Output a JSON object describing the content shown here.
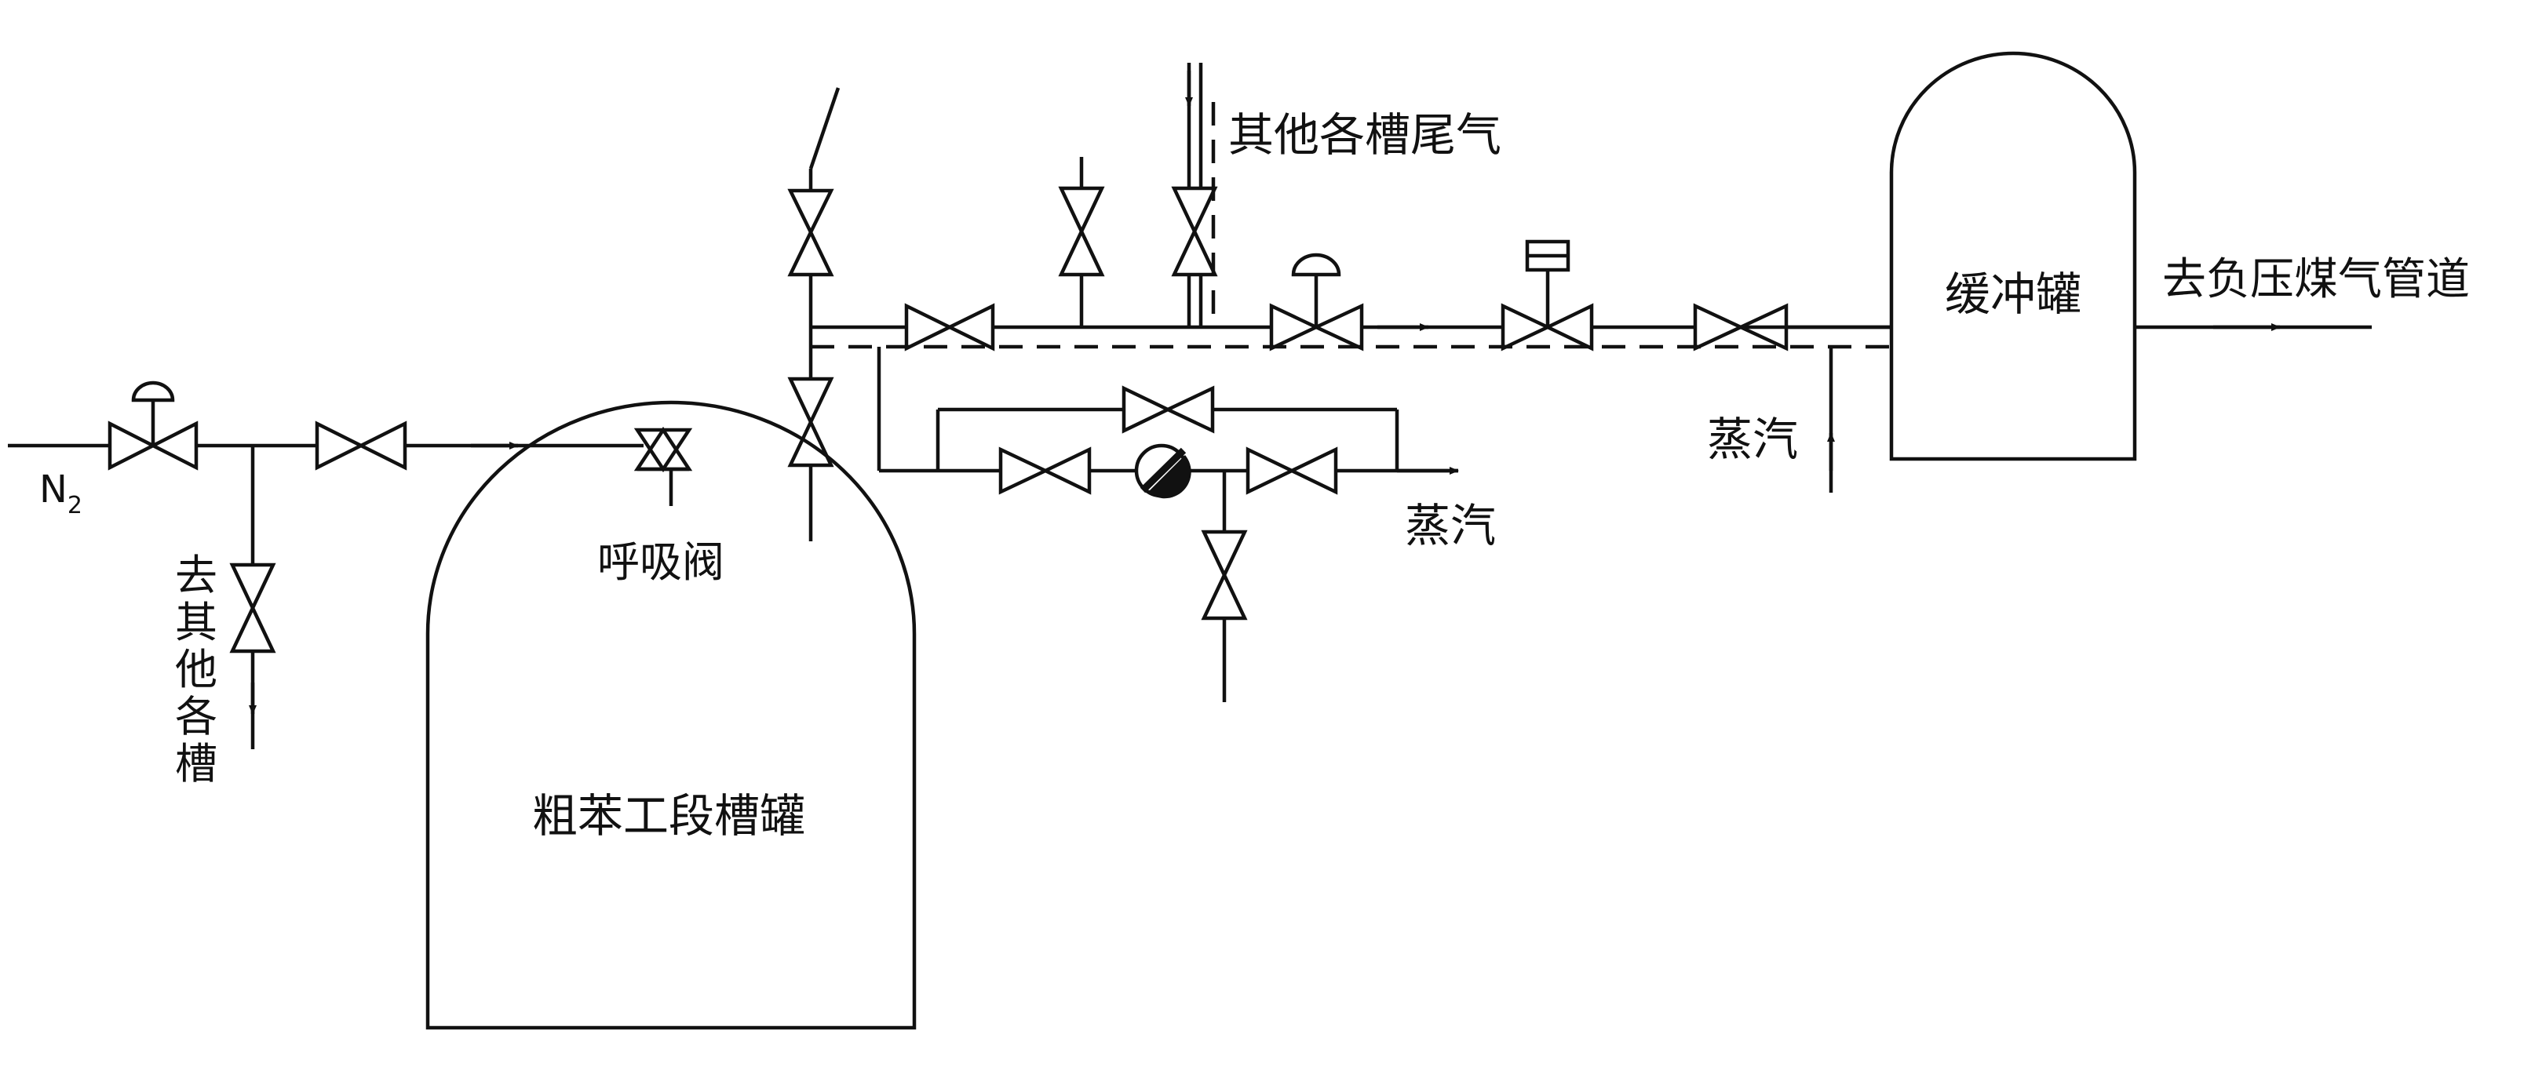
{
  "labels": {
    "n2": "N",
    "n2_sub": "2",
    "to_other_tanks": [
      "去",
      "其",
      "他",
      "各",
      "槽"
    ],
    "breather_valve": "呼吸阀",
    "crude_benzene_tank": "粗苯工段槽罐",
    "other_tank_tail_gas": "其他各槽尾气",
    "steam_trap_outlet": "蒸汽",
    "steam_inlet": "蒸汽",
    "buffer_tank": "缓冲罐",
    "to_negative_pressure_pipe": "去负压煤气管道"
  }
}
